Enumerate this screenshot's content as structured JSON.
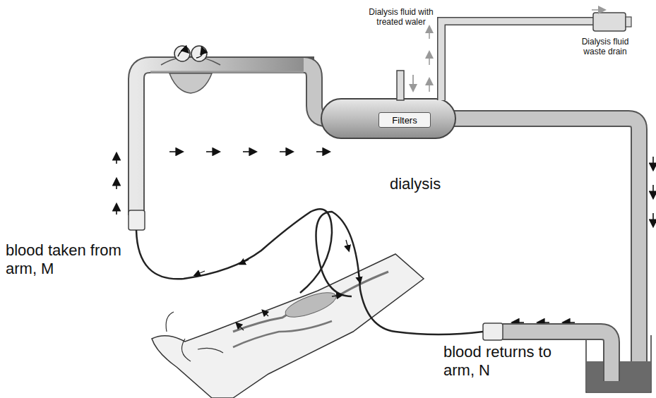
{
  "diagram": {
    "nodes": [
      {
        "text": [
          "Filters"
        ]
      }
    ],
    "labels": [
      "Dialysis fluid with treated waler",
      "Dialysis fluid waste drain",
      "dialysis",
      "blood taken from arm, M",
      "blood returns to arm, N"
    ]
  }
}
